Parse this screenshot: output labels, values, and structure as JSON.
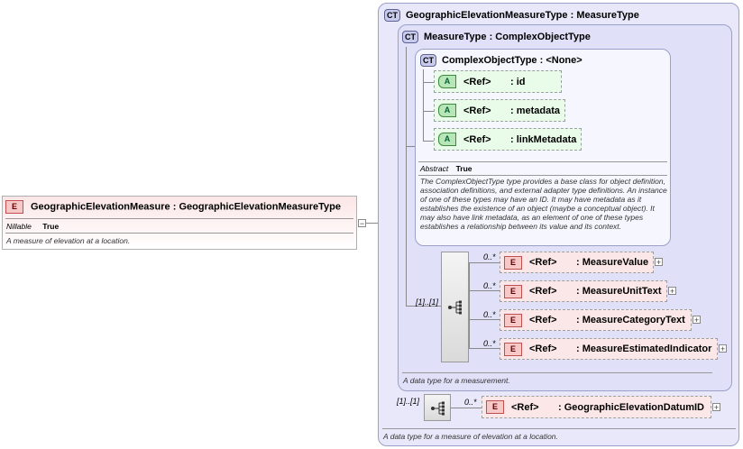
{
  "root_element": {
    "badge": "E",
    "name": "GeographicElevationMeasure",
    "sep": ":",
    "type": "GeographicElevationMeasureType",
    "prop_label": "Nillable",
    "prop_value": "True",
    "description": "A measure of elevation at a location."
  },
  "outer_type": {
    "badge": "CT",
    "name": "GeographicElevationMeasureType",
    "sep": ":",
    "base": "MeasureType",
    "description": "A data type for a measure of elevation at a location."
  },
  "measure_type": {
    "badge": "CT",
    "name": "MeasureType",
    "sep": ":",
    "base": "ComplexObjectType",
    "description": "A data type for a measurement."
  },
  "complex_object_type": {
    "badge": "CT",
    "name": "ComplexObjectType",
    "sep": ":",
    "base": "<None>",
    "prop_label": "Abstract",
    "prop_value": "True",
    "description": "The ComplexObjectType type provides a base class for object definition, association definitions, and external adapter type definitions. An instance of one of these types may have an ID. It may have metadata as it establishes the existence of an object (maybe a conceptual object). It may also have link metadata, as an element of one of these types establishes a relationship between its value and its context."
  },
  "attributes": [
    {
      "badge": "A",
      "ref": "<Ref>",
      "name": ": id"
    },
    {
      "badge": "A",
      "ref": "<Ref>",
      "name": ": metadata"
    },
    {
      "badge": "A",
      "ref": "<Ref>",
      "name": ": linkMetadata"
    }
  ],
  "measure_sequence": {
    "occurrence": "[1]..[1]",
    "elements": [
      {
        "badge": "E",
        "occurrence": "0..*",
        "ref": "<Ref>",
        "name": ": MeasureValue",
        "expand": "+"
      },
      {
        "badge": "E",
        "occurrence": "0..*",
        "ref": "<Ref>",
        "name": ": MeasureUnitText",
        "expand": "+"
      },
      {
        "badge": "E",
        "occurrence": "0..*",
        "ref": "<Ref>",
        "name": ": MeasureCategoryText",
        "expand": "+"
      },
      {
        "badge": "E",
        "occurrence": "0..*",
        "ref": "<Ref>",
        "name": ": MeasureEstimatedIndicator",
        "expand": "+"
      }
    ]
  },
  "datum_sequence": {
    "occurrence": "[1]..[1]",
    "element": {
      "badge": "E",
      "occurrence": "0..*",
      "ref": "<Ref>",
      "name": ": GeographicElevationDatumID",
      "expand": "+"
    }
  },
  "collapse_symbol": "−"
}
